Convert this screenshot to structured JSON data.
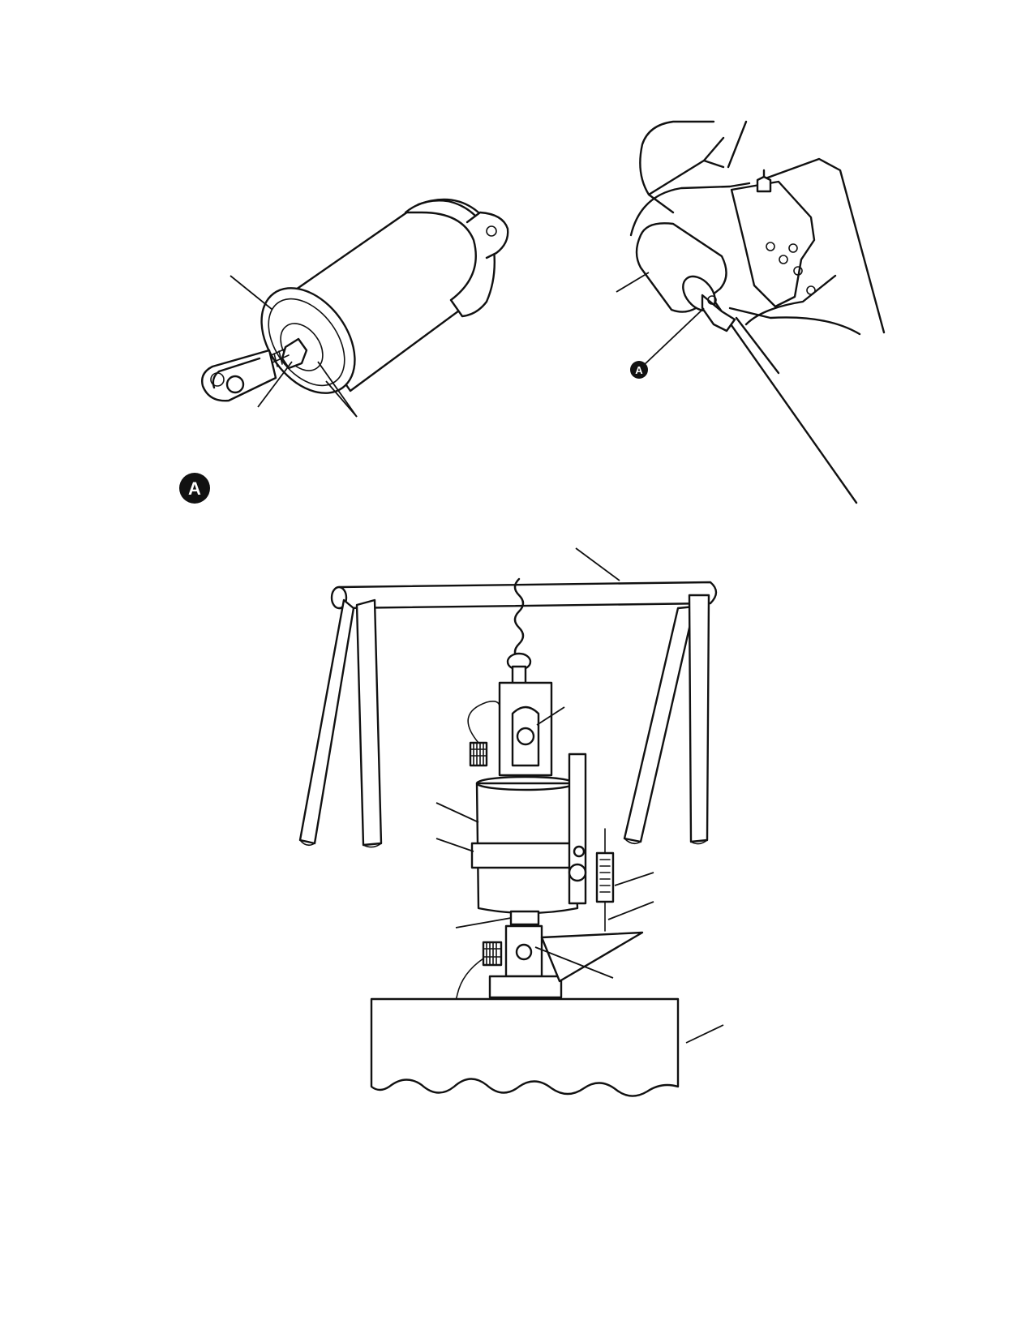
{
  "figure": {
    "detail_callout": {
      "label": "A",
      "icon": "detail-A-badge"
    },
    "detail_badge": {
      "label": "A",
      "icon": "detail-A-badge"
    },
    "colors": {
      "ink": "#111111",
      "background": "#ffffff",
      "badge": "#111111"
    }
  }
}
